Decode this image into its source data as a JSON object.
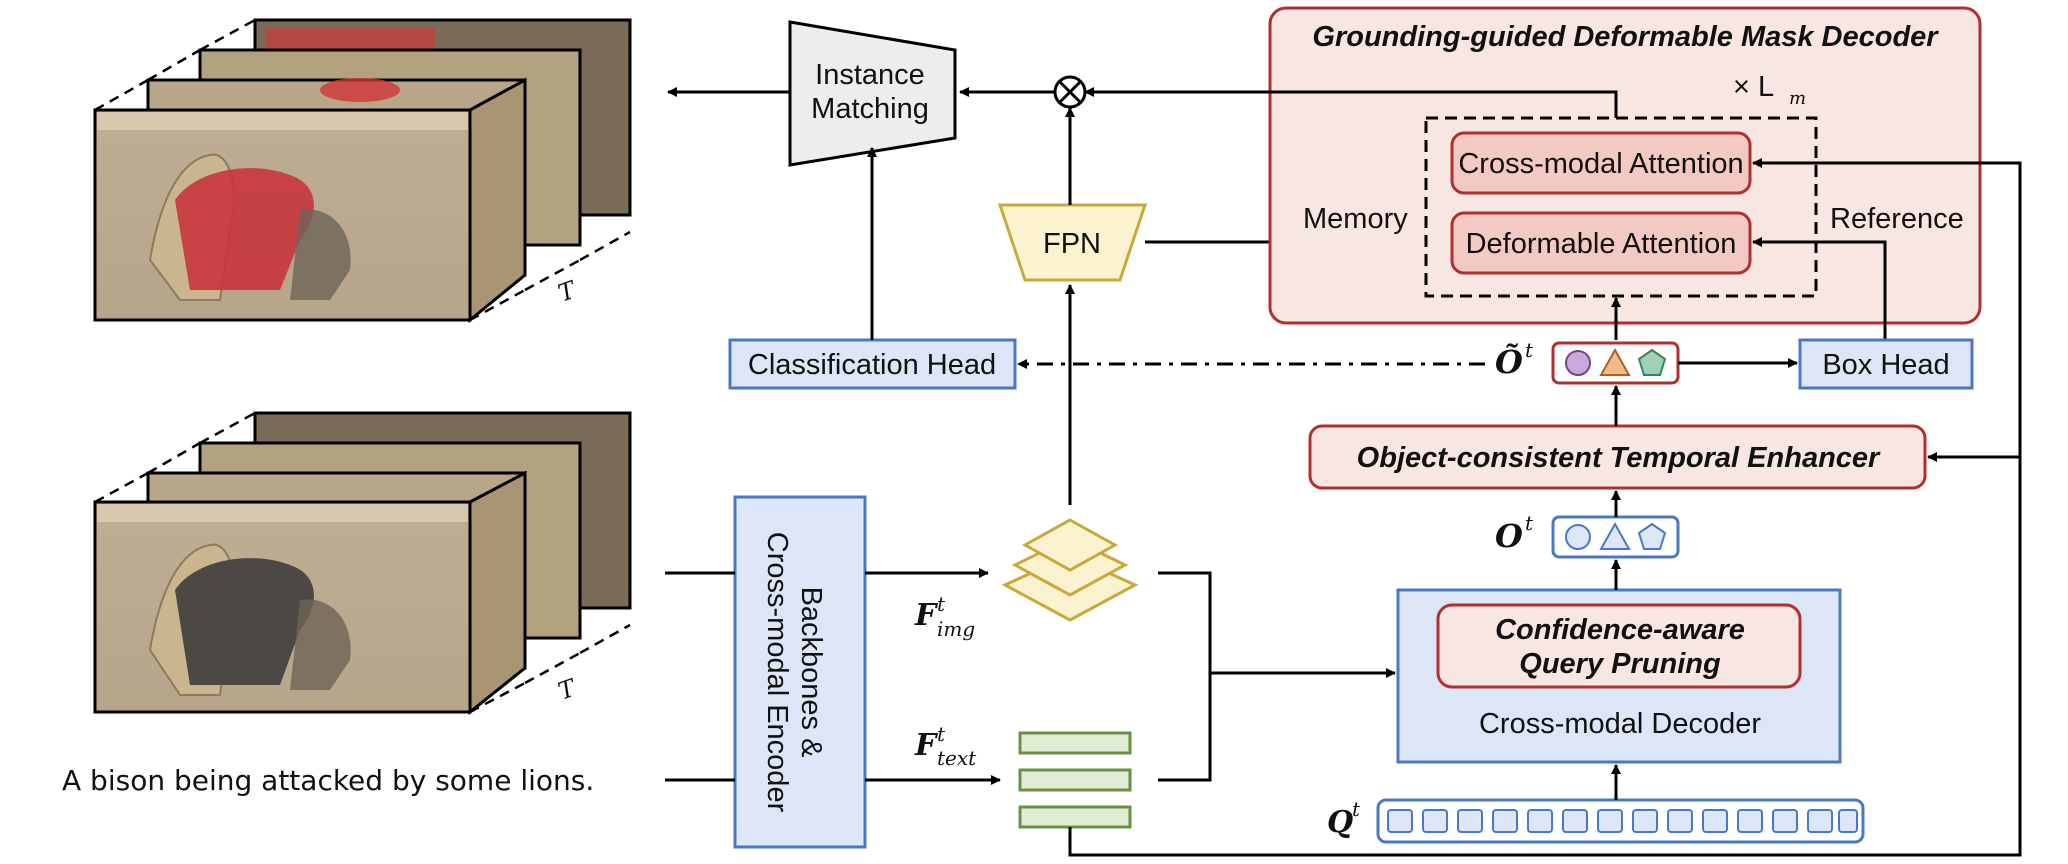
{
  "caption": "A bison being attacked by some lions.",
  "frames_label": "T",
  "modules": {
    "backbone_line1": "Backbones &",
    "backbone_line2": "Cross-modal Encoder",
    "instance_line1": "Instance",
    "instance_line2": "Matching",
    "fpn": "FPN",
    "classification_head": "Classification Head",
    "box_head": "Box Head",
    "decoder_title": "Grounding-guided Deformable Mask Decoder",
    "repeat": "× L",
    "repeat_sub": "m",
    "cross_modal_attention": "Cross-modal Attention",
    "deformable_attention": "Deformable Attention",
    "memory": "Memory",
    "reference": "Reference",
    "temporal_enhancer": "Object-consistent Temporal Enhancer",
    "pruning_line1": "Confidence-aware",
    "pruning_line2": "Query Pruning",
    "cross_modal_decoder": "Cross-modal Decoder"
  },
  "symbols": {
    "O_tilde": "Õ",
    "O": "O",
    "Q": "Q",
    "F": "F",
    "t": "t",
    "img": "img",
    "text": "text"
  },
  "colors": {
    "red_fill": "#f8e6e3",
    "red_border": "#b03030",
    "blue_fill": "#dde6f7",
    "blue_border": "#4a78c2",
    "yellow_fill": "#fbf3cf",
    "yellow_border": "#c8a93a",
    "green_fill": "#e0ecd3",
    "green_border": "#6a8f45",
    "gray_fill": "#ededed",
    "purple": "#c8a8dd",
    "orange": "#f0bb8a",
    "teal": "#9fd2b5"
  }
}
